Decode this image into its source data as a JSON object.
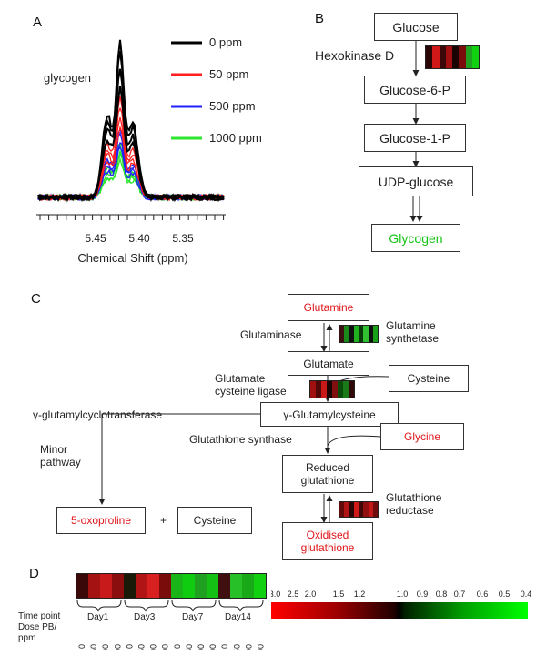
{
  "panels": {
    "a": "A",
    "b": "B",
    "c": "C",
    "d": "D"
  },
  "colors": {
    "c0": "#000000",
    "c50": "#ff2020",
    "c500": "#2020ff",
    "c1000": "#2ee62e",
    "accent_red": "#e0161a",
    "accent_green": "#13c513"
  },
  "panel_a": {
    "peak_label": "glycogen",
    "xlabel": "Chemical Shift (ppm)",
    "ticks": [
      "5.45",
      "5.40",
      "5.35"
    ],
    "legend": [
      "0 ppm",
      "50 ppm",
      "500 ppm",
      "1000 ppm"
    ]
  },
  "panel_b": {
    "nodes": [
      "Glucose",
      "Glucose-6-P",
      "Glucose-1-P",
      "UDP-glucose",
      "Glycogen"
    ],
    "enzyme": "Hexokinase D",
    "heatmap": [
      "#2a0505",
      "#d01818",
      "#3a0808",
      "#a01010",
      "#1a0303",
      "#7a0c0c",
      "#20a020",
      "#10d010"
    ]
  },
  "panel_c": {
    "glutamine": "Glutamine",
    "glutaminase": "Glutaminase",
    "glutamine_synthetase": "Glutamine synthetase",
    "glutamate": "Glutamate",
    "glutamate_cysteine_ligase": "Glutamate cysteine ligase",
    "cysteine": "Cysteine",
    "gcys": "γ-Glutamylcysteine",
    "gcyclo": "γ-glutamylcyclotransferase",
    "gsynth": "Glutathione synthase",
    "glycine": "Glycine",
    "minor": "Minor pathway",
    "reduced": "Reduced glutathione",
    "greductase": "Glutathione reductase",
    "oxidised": "Oxidised glutathione",
    "oxoproline": "5-oxoproline",
    "plus": "+",
    "cysteine2": "Cysteine",
    "heat_synthetase": [
      "#3a1010",
      "#1a8a1a",
      "#101010",
      "#20b020",
      "#0a3a0a",
      "#30c030",
      "#101010",
      "#18a018"
    ],
    "heat_ligase": [
      "#a01010",
      "#500808",
      "#c81818",
      "#1a0404",
      "#801010",
      "#0a4a0a",
      "#1a7a1a",
      "#300808"
    ],
    "heat_reductase": [
      "#600a0a",
      "#b01414",
      "#2a0505",
      "#d01a1a",
      "#400808",
      "#901010",
      "#c01818",
      "#700c0c"
    ]
  },
  "panel_d": {
    "heatmap": [
      "#3a0808",
      "#a51212",
      "#c81a1a",
      "#8a0e0e",
      "#1a1a08",
      "#b01414",
      "#d82020",
      "#7a0c0c",
      "#18b418",
      "#10cc10",
      "#20a020",
      "#14c014",
      "#401010",
      "#28c028",
      "#18a818",
      "#10d010"
    ],
    "time_label": "Time point",
    "days": [
      "Day1",
      "Day3",
      "Day7",
      "Day14"
    ],
    "dose_label": "Dose PB/ ppm",
    "doses": [
      "0",
      "50",
      "500",
      "1000"
    ],
    "scale_ticks": [
      "3.0",
      "2.5",
      "2.0",
      "1.5",
      "1.2",
      "1.0",
      "0.9",
      "0.8",
      "0.7",
      "0.6",
      "0.5",
      "0.4"
    ]
  }
}
